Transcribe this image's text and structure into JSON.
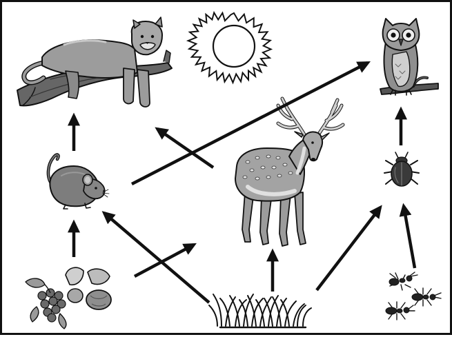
{
  "diagram": {
    "type": "food-web",
    "organisms": [
      {
        "id": "sun",
        "icon": "sun-icon",
        "role": "energy-source"
      },
      {
        "id": "cougar",
        "icon": "cougar-icon",
        "role": "top-predator"
      },
      {
        "id": "owl",
        "icon": "owl-icon",
        "role": "top-predator"
      },
      {
        "id": "mouse",
        "icon": "mouse-icon",
        "role": "primary-consumer"
      },
      {
        "id": "deer",
        "icon": "deer-icon",
        "role": "primary-consumer"
      },
      {
        "id": "beetle",
        "icon": "beetle-icon",
        "role": "secondary-consumer"
      },
      {
        "id": "nuts-berries",
        "icon": "nuts-berries-icon",
        "role": "producer"
      },
      {
        "id": "grass",
        "icon": "grass-icon",
        "role": "producer"
      },
      {
        "id": "ants",
        "icon": "ants-icon",
        "role": "primary-consumer"
      }
    ],
    "arrows": [
      {
        "from": "mouse",
        "to": "cougar"
      },
      {
        "from": "mouse",
        "to": "owl"
      },
      {
        "from": "deer",
        "to": "cougar"
      },
      {
        "from": "beetle",
        "to": "owl"
      },
      {
        "from": "nuts-berries",
        "to": "mouse"
      },
      {
        "from": "nuts-berries",
        "to": "deer"
      },
      {
        "from": "grass",
        "to": "mouse"
      },
      {
        "from": "grass",
        "to": "deer"
      },
      {
        "from": "grass",
        "to": "beetle"
      },
      {
        "from": "ants",
        "to": "beetle"
      }
    ],
    "colors": {
      "line": "#111111",
      "fur": "#9c9c9c",
      "fur_dark": "#6f6f6f",
      "light": "#d6d6d6",
      "branch": "#555555",
      "sun": "#ffffff"
    }
  }
}
